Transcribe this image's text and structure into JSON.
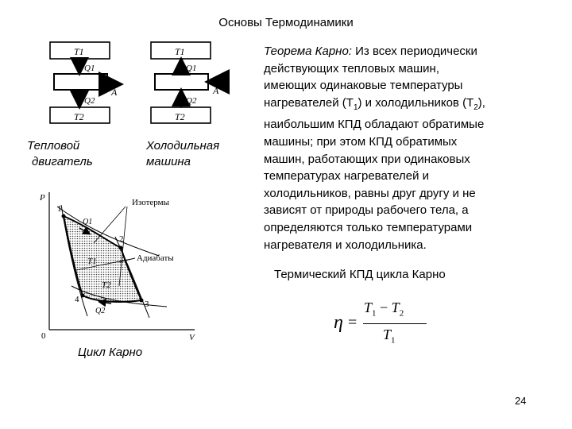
{
  "slide": {
    "title": "Основы Термодинамики",
    "page_number": "24"
  },
  "heat_engine": {
    "caption_line1": "Тепловой",
    "caption_line2": "двигатель",
    "t1": "T1",
    "t2": "T2",
    "q1": "Q1",
    "q2": "Q2",
    "work": "A"
  },
  "refrigerator": {
    "caption_line1": "Холодильная",
    "caption_line2": "машина",
    "t1": "T1",
    "t2": "T2",
    "q1": "Q1",
    "q2": "Q2",
    "work": "A"
  },
  "theorem": {
    "head": "Теорема Карно:",
    "l1": "Из всех периодически",
    "l2": "действующих тепловых машин,",
    "l3": "имеющих одинаковые температуры",
    "l4a": "нагревателей (T",
    "l4b": "1",
    "l4c": ") и холодильников (T",
    "l4d": "2",
    "l4e": "),",
    "l5": "наибольшим КПД обладают обратимые",
    "l6": "машины; при этом КПД обратимых",
    "l7": "машин, работающих при одинаковых",
    "l8": "температурах нагревателей и",
    "l9": "холодильников, равны друг другу и не",
    "l10": "зависят от природы рабочего тела, а",
    "l11": "определяются только температурами",
    "l12": "нагревателя и холодильника."
  },
  "efficiency": {
    "caption": "Термический КПД цикла Карно",
    "lhs": "η",
    "equals": "=",
    "num_t1": "T",
    "num_t1_sub": "1",
    "minus": "−",
    "num_t2": "T",
    "num_t2_sub": "2",
    "den_t": "T",
    "den_sub": "1"
  },
  "carnot_plot": {
    "caption": "Цикл Карно",
    "y_axis": "P",
    "x_axis": "V",
    "origin": "0",
    "isotherms_label": "Изотермы",
    "adiabats_label": "Адиабаты",
    "point1": "1",
    "point2": "2",
    "point3": "3",
    "point4": "4",
    "t1_label": "T1",
    "t2_label": "T2",
    "q1_label": "Q1",
    "q2_label": "Q2"
  }
}
